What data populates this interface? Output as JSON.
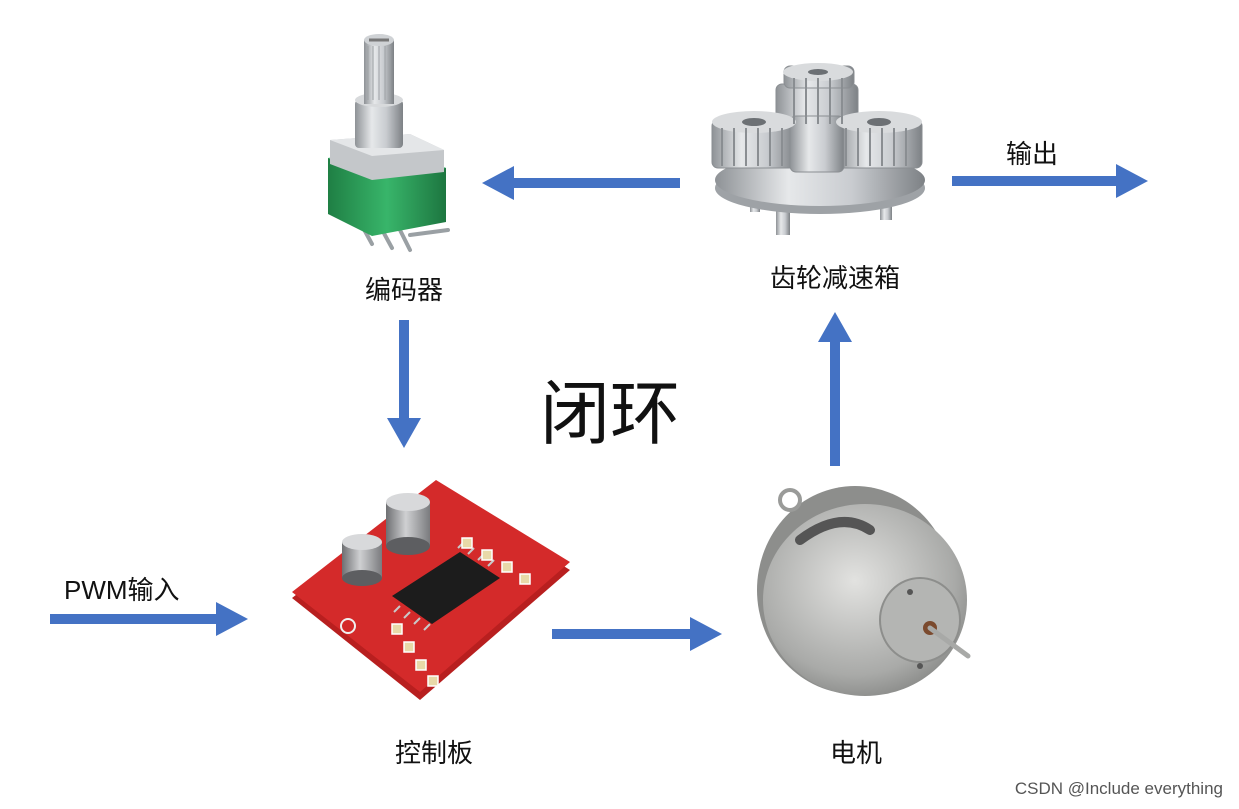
{
  "title": "闭环",
  "nodes": {
    "encoder": "编码器",
    "gearbox": "齿轮减速箱",
    "controller": "控制板",
    "motor": "电机"
  },
  "io": {
    "input": "PWM输入",
    "output": "输出"
  },
  "watermark": "CSDN @Include everything",
  "colors": {
    "arrow": "#4472c4",
    "pcb": "#d42a2a",
    "encoder_body": "#2e9e5a",
    "metal": "#b9bcc0"
  }
}
